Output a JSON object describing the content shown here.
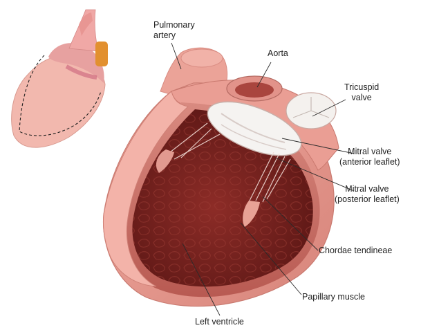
{
  "labels": {
    "pulmonary_artery": [
      "Pulmonary",
      "artery"
    ],
    "aorta": "Aorta",
    "tricuspid_valve": [
      "Tricuspid",
      "valve"
    ],
    "mitral_anterior": [
      "Mitral valve",
      "(anterior leaflet)"
    ],
    "mitral_posterior": [
      "Mitral valve",
      "(posterior leaflet)"
    ],
    "chordae": "Chordae tendineae",
    "papillary": "Papillary muscle",
    "left_ventricle": "Left ventricle"
  },
  "colors": {
    "wall": "#e9998f",
    "wall_outer": "#d9877d",
    "cavity": "#7a2522",
    "valve": "#f2f0ee",
    "aorta": "#e2938a"
  }
}
